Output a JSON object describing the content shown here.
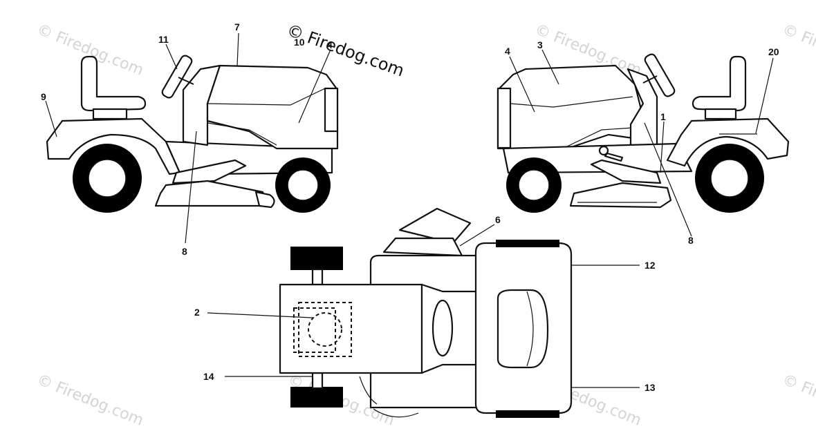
{
  "watermarks": {
    "main": "© Firedog.com",
    "faint": "© Firedog.com"
  },
  "callouts": {
    "c1": "1",
    "c2": "2",
    "c3": "3",
    "c4_left": "4",
    "c4_right": "4",
    "c6": "6",
    "c7": "7",
    "c8_left": "8",
    "c8_right": "8",
    "c9": "9",
    "c10": "10",
    "c11": "11",
    "c12": "12",
    "c13": "13",
    "c14": "14",
    "c20": "20"
  },
  "colors": {
    "ink": "#111111",
    "watermark": "#d4d4d4",
    "background": "#ffffff"
  }
}
